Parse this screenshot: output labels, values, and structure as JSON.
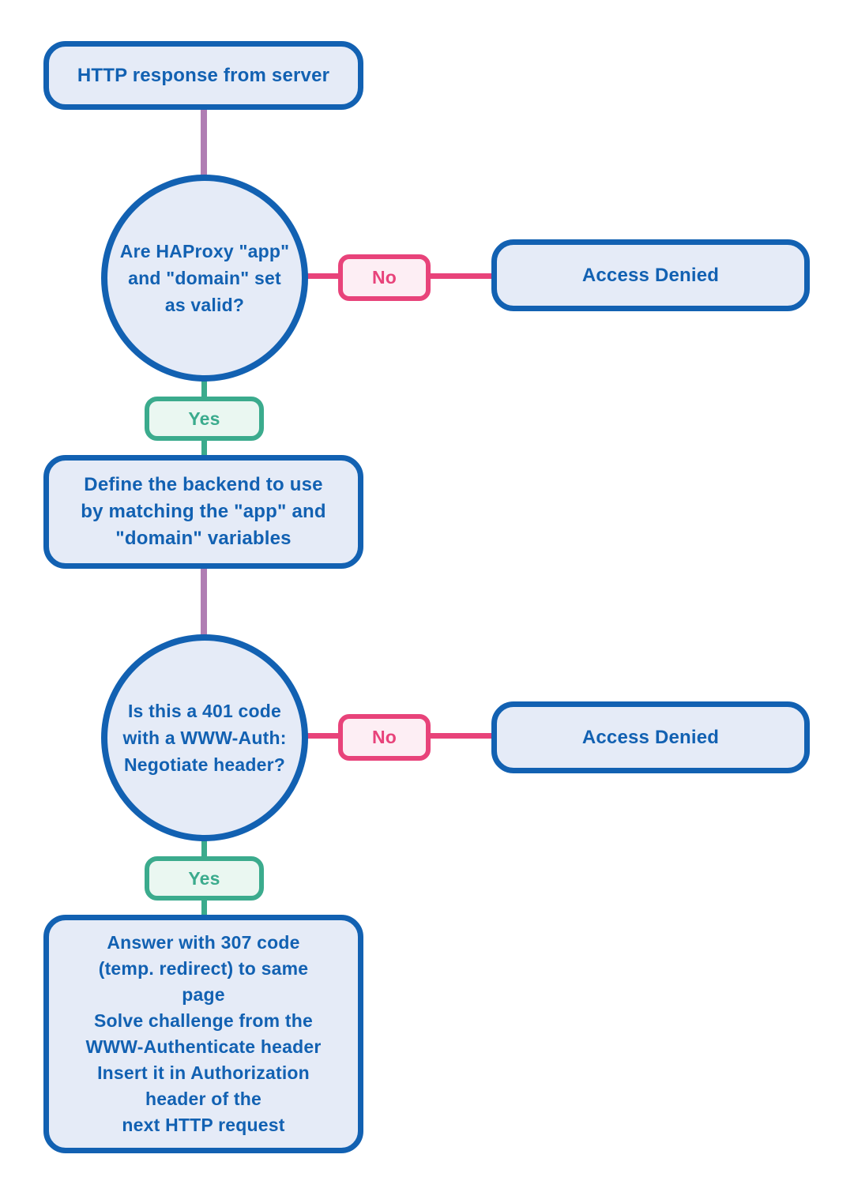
{
  "colors": {
    "blue": "#1261b2",
    "blue_fill": "#e5ebf7",
    "pink": "#e8437a",
    "pink_fill": "#fdeef4",
    "green": "#3bab8d",
    "green_fill": "#eaf7f1",
    "purple": "#b07eb3",
    "background": "#ffffff"
  },
  "nodes": {
    "start": {
      "label": "HTTP response from server"
    },
    "decision1": {
      "text": "Are HAProxy \"app\"\nand \"domain\" set\nas valid?"
    },
    "no1": {
      "label": "No"
    },
    "denied1": {
      "label": "Access Denied"
    },
    "yes1": {
      "label": "Yes"
    },
    "process1": {
      "text": "Define the backend to use\nby matching the \"app\" and\n\"domain\" variables"
    },
    "decision2": {
      "text": "Is this a 401 code\nwith a WWW-Auth:\nNegotiate header?"
    },
    "no2": {
      "label": "No"
    },
    "denied2": {
      "label": "Access Denied"
    },
    "yes2": {
      "label": "Yes"
    },
    "process2": {
      "text": "Answer with 307 code\n(temp. redirect) to same\npage\nSolve challenge from the\nWWW-Authenticate header\nInsert it in Authorization\nheader of the\nnext HTTP request"
    }
  }
}
